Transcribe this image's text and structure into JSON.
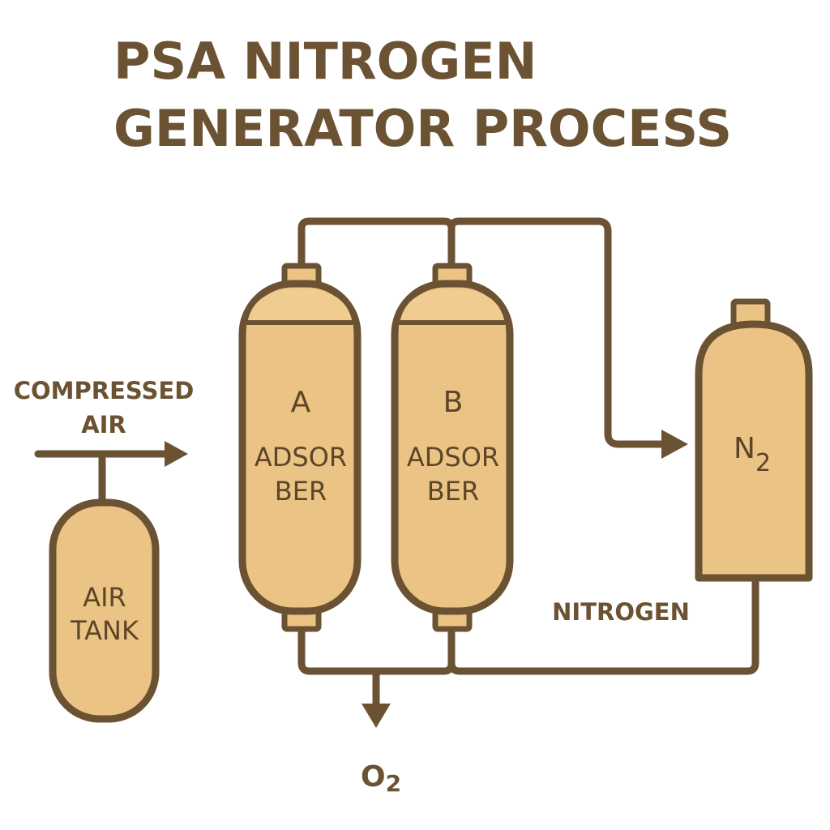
{
  "title": {
    "line1": "PSA NITROGEN",
    "line2": "GENERATOR PROCESS"
  },
  "inlet": {
    "line1": "COMPRESSED",
    "line2": "AIR"
  },
  "air_tank": {
    "line1": "AIR",
    "line2": "TANK"
  },
  "adsorber_a": {
    "letter": "A",
    "line1": "ADSOR",
    "line2": "BER"
  },
  "adsorber_b": {
    "letter": "B",
    "line1": "ADSOR",
    "line2": "BER"
  },
  "n2_tank": {
    "symbol": "N",
    "subscript": "2"
  },
  "nitrogen_label": "NITROGEN",
  "oxygen_outlet": {
    "symbol": "O",
    "subscript": "2"
  },
  "colors": {
    "stroke": "#6b5233",
    "fill": "#ebc384",
    "top_fill": "#f0cc90",
    "text": "#5c4528"
  }
}
